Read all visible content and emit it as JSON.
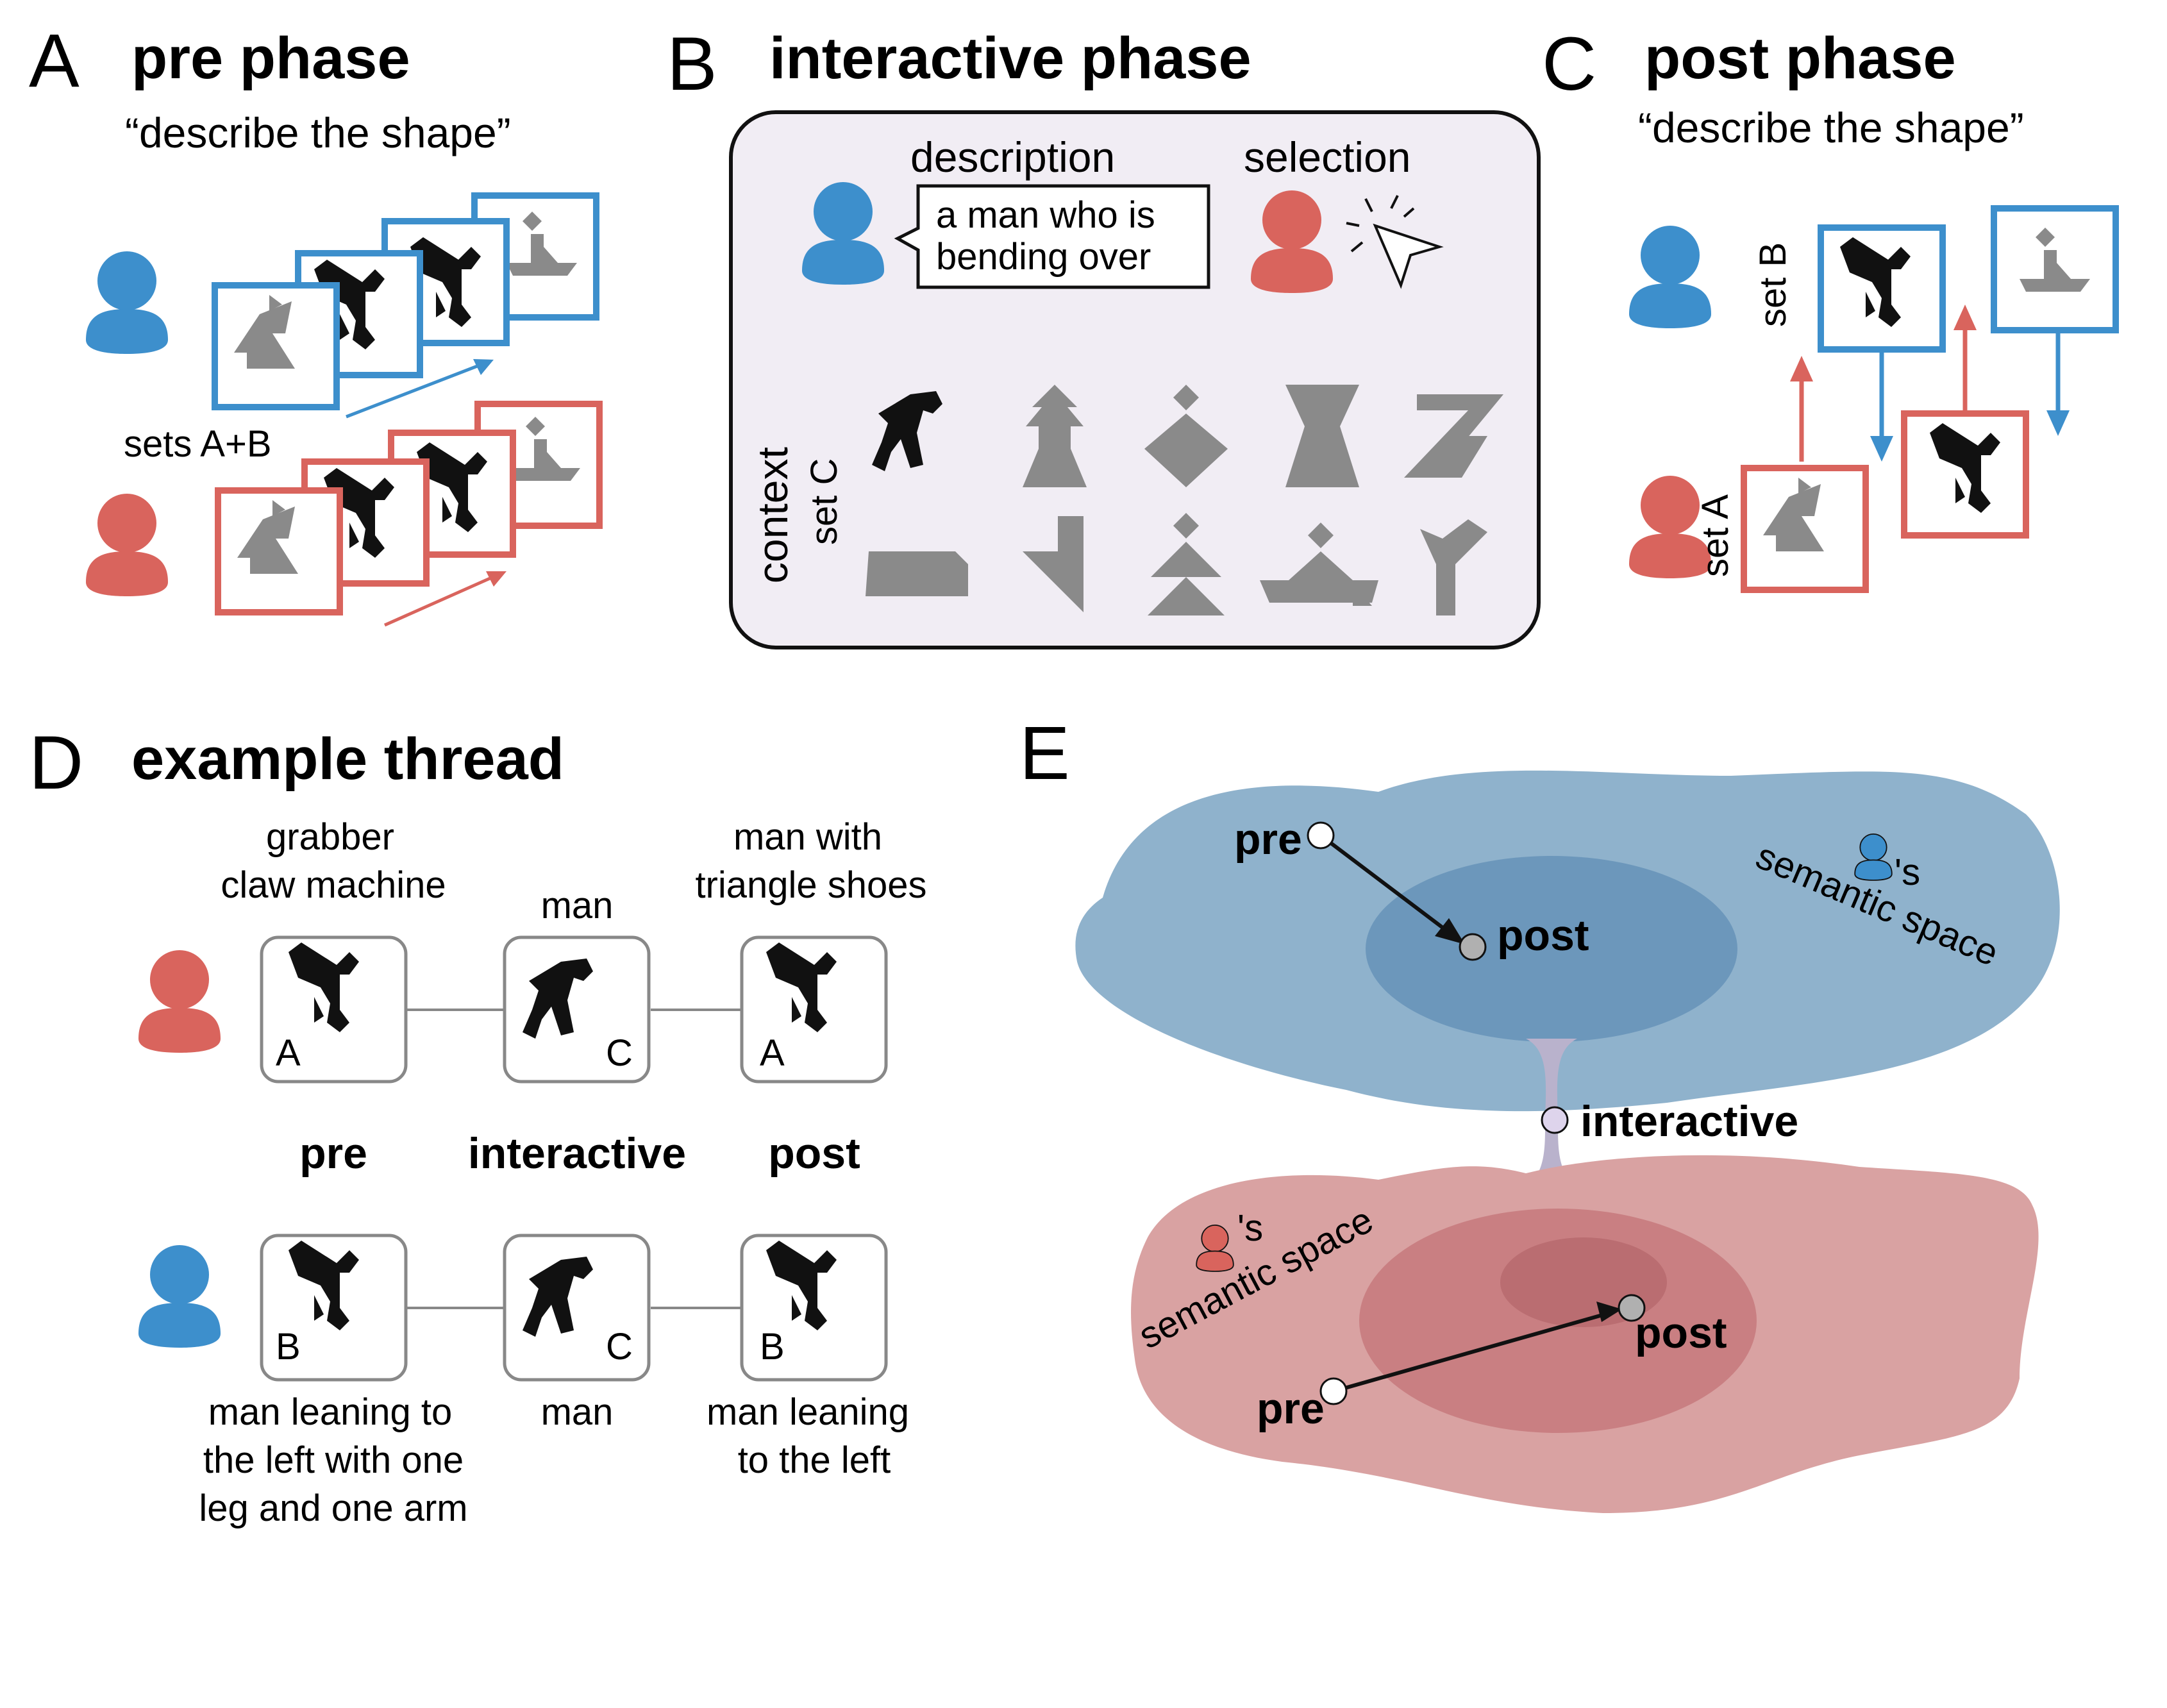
{
  "colors": {
    "blue": "#3d8fcc",
    "red": "#d9645d",
    "gray_shape": "#8a8a8a",
    "panel_bg": "#f1edf4",
    "blue_space": "#7fa9c8",
    "red_space": "#d59d9d"
  },
  "panel_a": {
    "letter": "A",
    "title": "pre phase",
    "quote": "“describe the shape”",
    "sets_label": "sets A+B"
  },
  "panel_b": {
    "letter": "B",
    "title": "interactive phase",
    "description_label": "description",
    "selection_label": "selection",
    "bubble_line1": "a man who is",
    "bubble_line2": "bending over",
    "context_label": "context",
    "set_label": "set C"
  },
  "panel_c": {
    "letter": "C",
    "title": "post phase",
    "quote": "“describe the shape”",
    "set_b_label": "set B",
    "set_a_label": "set A"
  },
  "panel_d": {
    "letter": "D",
    "title": "example thread",
    "red_top": {
      "pre_l1": "grabber",
      "pre_l2": "claw machine",
      "interactive": "man",
      "post_l1": "man with",
      "post_l2": "triangle shoes"
    },
    "card_sets": {
      "red_pre": "A",
      "red_int": "C",
      "red_post": "A",
      "blue_pre": "B",
      "blue_int": "C",
      "blue_post": "B"
    },
    "phase_pre": "pre",
    "phase_interactive": "interactive",
    "phase_post": "post",
    "blue_bottom": {
      "pre_l1": "man leaning to",
      "pre_l2": "the left with one",
      "pre_l3": "leg and one arm",
      "interactive": "man",
      "post_l1": "man leaning",
      "post_l2": "to the left"
    }
  },
  "panel_e": {
    "letter": "E",
    "blue_pre": "pre",
    "blue_post": "post",
    "interactive": "interactive",
    "red_pre": "pre",
    "red_post": "post",
    "possessive": "'s",
    "semantic_space": "semantic space"
  }
}
